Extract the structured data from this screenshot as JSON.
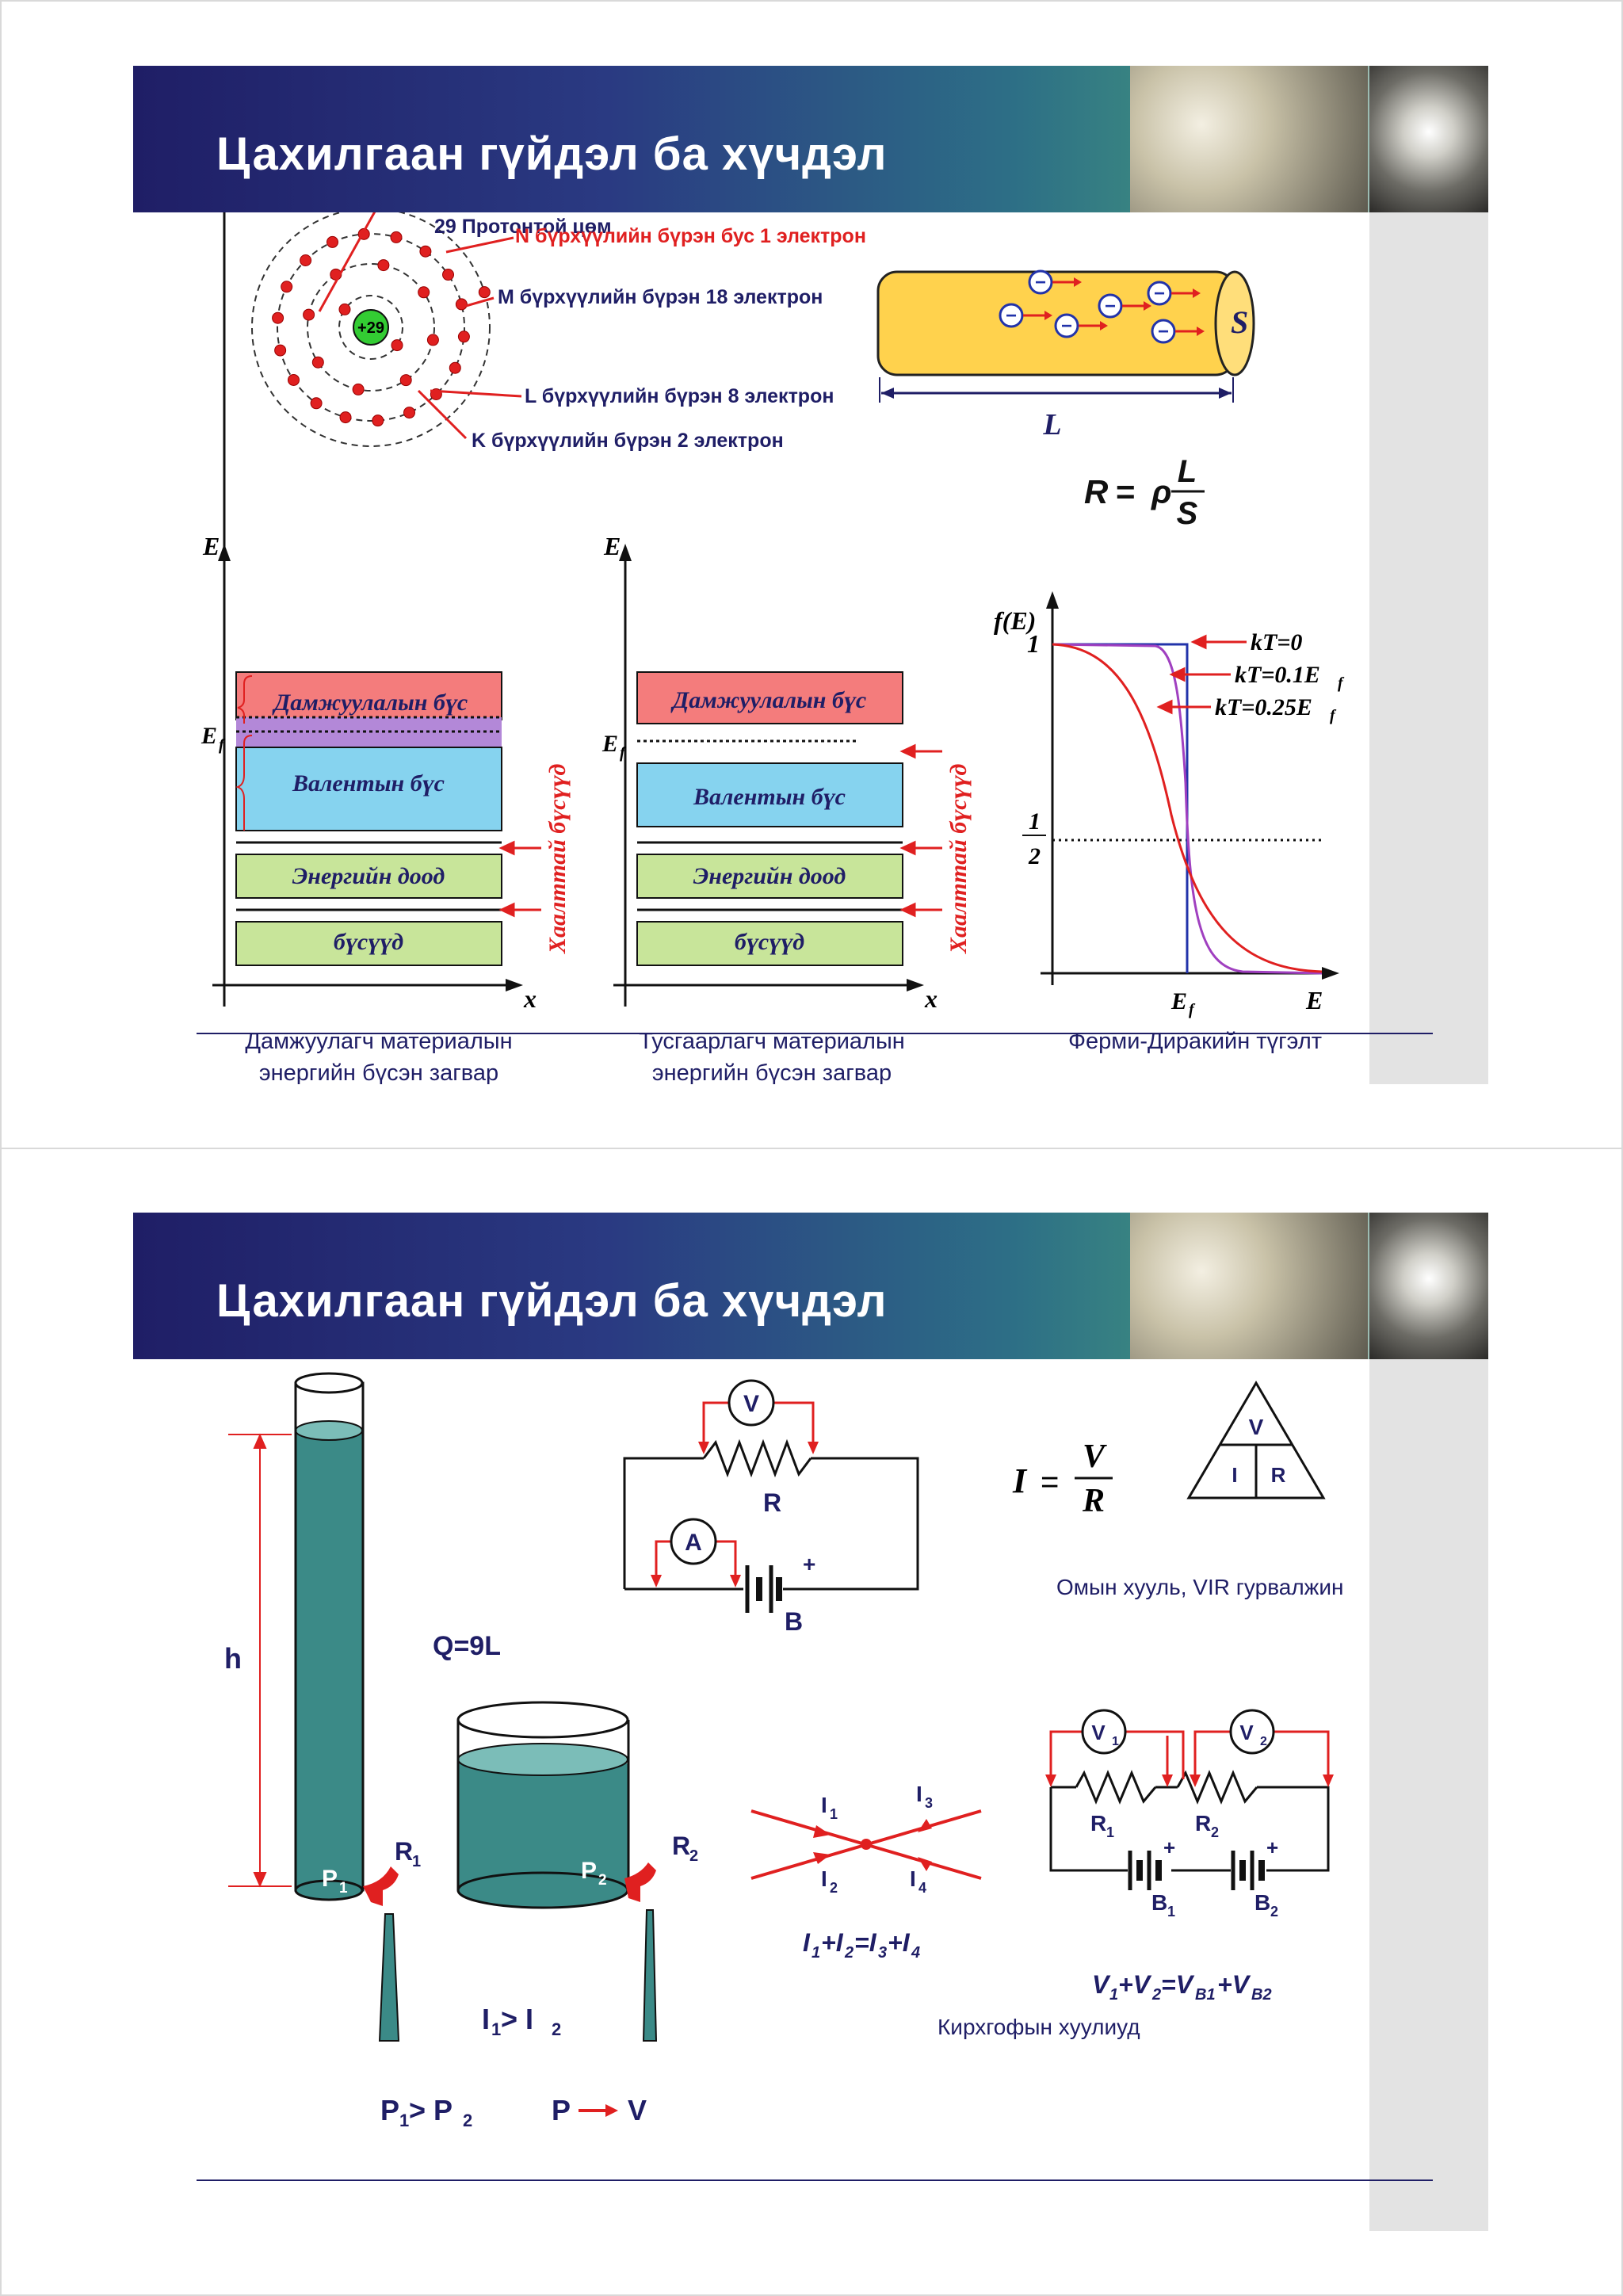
{
  "slides": [
    {
      "title": "Цахилгаан гүйдэл ба хүчдэл",
      "atom": {
        "nucleus_charge": "+29",
        "labels": {
          "nucleus": "29 Протонтой цөм",
          "n_shell": "N бүрхүүлийн бүрэн бус 1 электрон",
          "m_shell": "M бүрхүүлийн бүрэн 18 электрон",
          "l_shell": "L бүрхүүлийн бүрэн 8 электрон",
          "k_shell": "K бүрхүүлийн бүрэн 2 электрон"
        }
      },
      "conductor": {
        "electron_symbol": "−",
        "area_label": "S",
        "length_label": "L"
      },
      "formula_resistance": {
        "lhs": "R",
        "eq": "=",
        "rho": "ρ",
        "num": "L",
        "den": "S"
      },
      "band_diagram_conductor": {
        "y_axis": "E",
        "x_axis": "x",
        "fermi": "E",
        "fermi_sub": "f",
        "bands": [
          "Дамжуулалын бүс",
          "Валентын бүс",
          "Энергийн доод",
          "бүсүүд"
        ],
        "side_label": "Хаалттай бүсүүд",
        "caption_line1": "Дамжуулагч материалын",
        "caption_line2": "энергийн бүсэн загвар"
      },
      "band_diagram_insulator": {
        "y_axis": "E",
        "x_axis": "x",
        "fermi": "E",
        "fermi_sub": "f",
        "bands": [
          "Дамжуулалын бүс",
          "Валентын бүс",
          "Энергийн доод",
          "бүсүүд"
        ],
        "side_label": "Хаалттай бүсүүд",
        "caption_line1": "Тусгаарлагч материалын",
        "caption_line2": "энергийн бүсэн загвар"
      },
      "fermi_plot": {
        "y_label": "f(E)",
        "x_label": "E",
        "ef_label": "E",
        "ef_sub": "f",
        "tick_one": "1",
        "tick_half_num": "1",
        "tick_half_den": "2",
        "legend": [
          "kT=0",
          "kT=0.1E",
          "kT=0.25E"
        ],
        "legend_sub": "f",
        "caption": "Ферми-Диракийн түгэлт"
      }
    },
    {
      "title": "Цахилгаан гүйдэл ба хүчдэл",
      "water": {
        "height_label": "h",
        "flow": "Q=9L",
        "p1": "P",
        "p1_sub": "1",
        "r1": "R",
        "r1_sub": "1",
        "p2": "P",
        "p2_sub": "2",
        "r2": "R",
        "r2_sub": "2",
        "current_cmp": "I",
        "current_cmp_mid": " > I",
        "sub1": "1",
        "sub2": "2",
        "pressure_cmp_a": "P",
        "pressure_cmp_b": " > P",
        "p_to_v_p": "P",
        "p_to_v_v": "V"
      },
      "circuit": {
        "voltmeter": "V",
        "ammeter": "A",
        "resistor": "R",
        "battery": "B",
        "plus": "+"
      },
      "ohm": {
        "lhs": "I",
        "eq": "=",
        "num": "V",
        "den": "R",
        "triangle": [
          "V",
          "I",
          "R"
        ],
        "caption": "Омын хууль, VIR гурвалжин"
      },
      "junction": {
        "i1": "I",
        "i2": "I",
        "i3": "I",
        "i4": "I",
        "subs": [
          "1",
          "2",
          "3",
          "4"
        ],
        "law_parts": [
          "I",
          "+I",
          "=I",
          "+I"
        ]
      },
      "series": {
        "v1": "V",
        "v2": "V",
        "r1": "R",
        "r2": "R",
        "b1": "B",
        "b2": "B",
        "plus": "+",
        "law_parts": [
          "V",
          "+V",
          "=V",
          "+V"
        ],
        "law_subs": [
          "1",
          "2",
          "B1",
          "B2"
        ]
      },
      "kirchhoff_caption": "Кирхгофын хуулиуд"
    }
  ]
}
